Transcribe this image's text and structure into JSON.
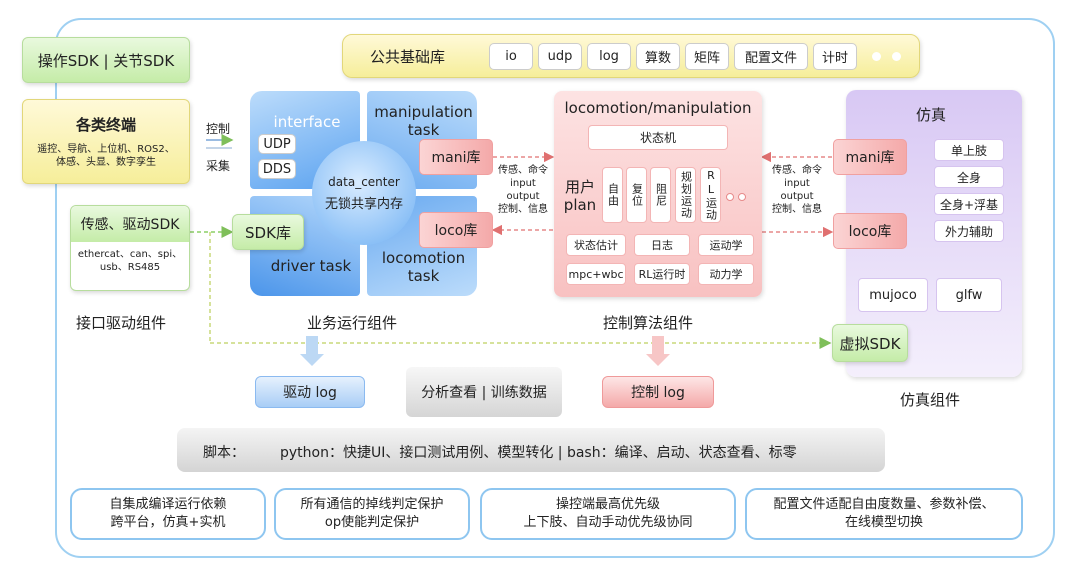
{
  "top_left": {
    "sdk": "操作SDK | 关节SDK"
  },
  "terminals": {
    "title": "各类终端",
    "desc_line1": "遥控、导航、上位机、ROS2、",
    "desc_line2": "体感、头显、数字孪生"
  },
  "arrows_left": {
    "control": "控制",
    "collect": "采集"
  },
  "sensor_sdk": {
    "title": "传感、驱动SDK",
    "line1": "ethercat、can、spi、",
    "line2": "usb、RS485"
  },
  "interface_label": "接口驱动组件",
  "common_lib": {
    "title": "公共基础库",
    "items": [
      "io",
      "udp",
      "log",
      "算数",
      "矩阵",
      "配置文件",
      "计时"
    ]
  },
  "business": {
    "interface": "interface",
    "udp": "UDP",
    "dds": "DDS",
    "manipulation_line1": "manipulation",
    "manipulation_line2": "task",
    "driver_task": "driver task",
    "locomotion_line1": "locomotion",
    "locomotion_line2": "task",
    "center_line1": "data_center",
    "center_line2": "无锁共享内存",
    "sdk_lib": "SDK库",
    "label": "业务运行组件"
  },
  "mani_lib": "mani库",
  "loco_lib": "loco库",
  "io_left": {
    "line1": "传感、命令",
    "line2": "input",
    "line3": "output",
    "line4": "控制、信息"
  },
  "control": {
    "title": "locomotion/manipulation",
    "state_machine": "状态机",
    "user_plan_line1": "用户",
    "user_plan_line2": "plan",
    "states": [
      "自由",
      "复位",
      "阻尼",
      "规划运动",
      "RL运动"
    ],
    "modules_row1": [
      "状态估计",
      "日志",
      "运动学"
    ],
    "modules_row2": [
      "mpc+wbc",
      "RL运行时",
      "动力学"
    ],
    "label": "控制算法组件"
  },
  "io_right": {
    "line1": "传感、命令",
    "line2": "input",
    "line3": "output",
    "line4": "控制、信息"
  },
  "sim": {
    "title": "仿真",
    "items": [
      "单上肢",
      "全身",
      "全身+浮基",
      "外力辅助"
    ],
    "mani": "mani库",
    "loco": "loco库",
    "mujoco": "mujoco",
    "glfw": "glfw",
    "virtual_sdk": "虚拟SDK",
    "label": "仿真组件"
  },
  "logs": {
    "drive": "驱动  log",
    "analysis": "分析查看 | 训练数据",
    "control": "控制  log"
  },
  "scripts": {
    "label": "脚本：",
    "text": "python：快捷UI、接口测试用例、模型转化  |  bash：编译、启动、状态查看、标零"
  },
  "features": [
    {
      "line1": "自集成编译运行依赖",
      "line2": "跨平台，仿真+实机"
    },
    {
      "line1": "所有通信的掉线判定保护",
      "line2": "op使能判定保护"
    },
    {
      "line1": "操控端最高优先级",
      "line2": "上下肢、自动手动优先级协同"
    },
    {
      "line1": "配置文件适配自由度数量、参数补偿、",
      "line2": "在线模型切换"
    }
  ],
  "colors": {
    "frame": "#9fd0f2",
    "green": "#c5eca8",
    "yellow": "#f6ee9a",
    "blue": "#5aa2f0",
    "red": "#f4a9a9",
    "purple": "#c9b3ee"
  }
}
